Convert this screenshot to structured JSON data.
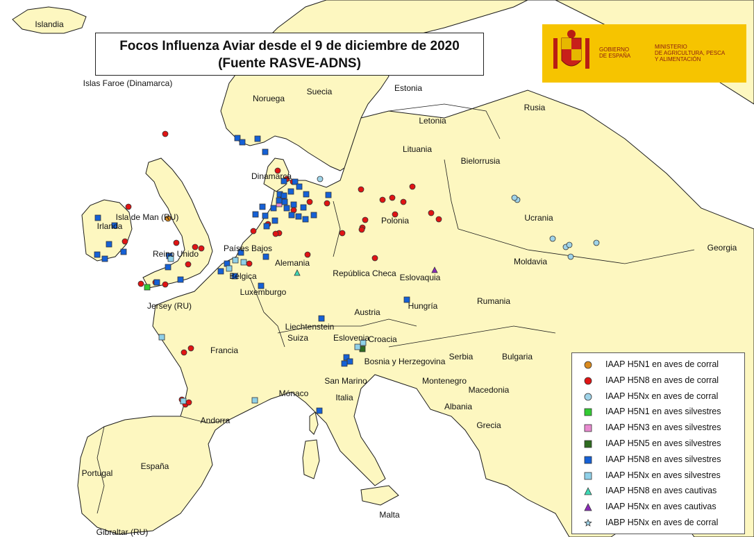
{
  "title": {
    "line1": "Focos Influenza Aviar desde el 9 de diciembre de 2020",
    "line2": "(Fuente RASVE-ADNS)"
  },
  "logo": {
    "gobierno": "GOBIERNO\nDE ESPAÑA",
    "ministerio": "MINISTERIO\nDE AGRICULTURA, PESCA\nY ALIMENTACIÓN",
    "icon": "coat-of-arms-icon"
  },
  "colors": {
    "sea": "#ffffff",
    "land": "#fdf7c0",
    "border": "#1a1a1a",
    "logo_bg": "#f6c400"
  },
  "labels": [
    {
      "id": "islandia",
      "text": "Islandia"
    },
    {
      "id": "islas-faroe",
      "text": "Islas Faroe (Dinamarca)"
    },
    {
      "id": "noruega",
      "text": "Noruega"
    },
    {
      "id": "suecia",
      "text": "Suecia"
    },
    {
      "id": "estonia",
      "text": "Estonia"
    },
    {
      "id": "rusia",
      "text": "Rusia"
    },
    {
      "id": "letonia",
      "text": "Letonia"
    },
    {
      "id": "lituania",
      "text": "Lituania"
    },
    {
      "id": "bielorrusia",
      "text": "Bielorrusia"
    },
    {
      "id": "dinamarca",
      "text": "Dinamarca"
    },
    {
      "id": "isla-de-man",
      "text": "Isla de Man (RU)"
    },
    {
      "id": "irlanda",
      "text": "Irlanda"
    },
    {
      "id": "polonia",
      "text": "Polonia"
    },
    {
      "id": "ucrania",
      "text": "Ucrania"
    },
    {
      "id": "reino-unido",
      "text": "Reino Unido"
    },
    {
      "id": "paises-bajos",
      "text": "Países Bajos"
    },
    {
      "id": "georgia",
      "text": "Georgia"
    },
    {
      "id": "alemania",
      "text": "Alemania"
    },
    {
      "id": "moldavia",
      "text": "Moldavia"
    },
    {
      "id": "belgica",
      "text": "Bélgica"
    },
    {
      "id": "republica-checa",
      "text": "República Checa"
    },
    {
      "id": "eslovaquia",
      "text": "Eslovaquia"
    },
    {
      "id": "luxemburgo",
      "text": "Luxemburgo"
    },
    {
      "id": "jersey",
      "text": "Jersey (RU)"
    },
    {
      "id": "hungria",
      "text": "Hungría"
    },
    {
      "id": "rumania",
      "text": "Rumania"
    },
    {
      "id": "austria",
      "text": "Austria"
    },
    {
      "id": "liechtenstein",
      "text": "Liechtenstein"
    },
    {
      "id": "suiza",
      "text": "Suiza"
    },
    {
      "id": "francia",
      "text": "Francia"
    },
    {
      "id": "eslovenia",
      "text": "Eslovenia"
    },
    {
      "id": "croacia",
      "text": "Croacia"
    },
    {
      "id": "serbia",
      "text": "Serbia"
    },
    {
      "id": "bulgaria",
      "text": "Bulgaria"
    },
    {
      "id": "bosnia",
      "text": "Bosnia y Herzegovina"
    },
    {
      "id": "san-marino",
      "text": "San Marino"
    },
    {
      "id": "montenegro",
      "text": "Montenegro"
    },
    {
      "id": "macedonia",
      "text": "Macedonia"
    },
    {
      "id": "monaco",
      "text": "Mónaco"
    },
    {
      "id": "italia",
      "text": "Italia"
    },
    {
      "id": "albania",
      "text": "Albania"
    },
    {
      "id": "andorra",
      "text": "Andorra"
    },
    {
      "id": "grecia",
      "text": "Grecia"
    },
    {
      "id": "espana",
      "text": "España"
    },
    {
      "id": "portugal",
      "text": "Portugal"
    },
    {
      "id": "malta",
      "text": "Malta"
    },
    {
      "id": "gibraltar",
      "text": "Gibraltar (RU)"
    }
  ],
  "legend": [
    {
      "key": "h5n1-corral",
      "label": "IAAP H5N1 en aves de corral",
      "shape": "circle",
      "color": "#d98a1e"
    },
    {
      "key": "h5n8-corral",
      "label": "IAAP H5N8 en aves de corral",
      "shape": "circle",
      "color": "#e01414"
    },
    {
      "key": "h5nx-corral",
      "label": "IAAP H5Nx en aves de corral",
      "shape": "circle",
      "color": "#9fd3e8"
    },
    {
      "key": "h5n1-silv",
      "label": "IAAP H5N1 en aves silvestres",
      "shape": "square",
      "color": "#33cc33"
    },
    {
      "key": "h5n3-silv",
      "label": "IAAP H5N3 en aves silvestres",
      "shape": "square",
      "color": "#e88ad0"
    },
    {
      "key": "h5n5-silv",
      "label": "IAAP H5N5 en aves silvestres",
      "shape": "square",
      "color": "#2e6b1f"
    },
    {
      "key": "h5n8-silv",
      "label": "IAAP H5N8 en aves silvestres",
      "shape": "square",
      "color": "#1560d6"
    },
    {
      "key": "h5nx-silv",
      "label": "IAAP H5Nx en aves silvestres",
      "shape": "square",
      "color": "#8fd0e8"
    },
    {
      "key": "h5n8-caut",
      "label": "IAAP H5N8 en aves cautivas",
      "shape": "triangle",
      "color": "#3fd9b5"
    },
    {
      "key": "h5nx-caut",
      "label": "IAAP H5Nx en aves cautivas",
      "shape": "triangle",
      "color": "#8a2bb8"
    },
    {
      "key": "iabp-corral",
      "label": "IABP H5Nx en aves de corral",
      "shape": "star",
      "color": "#9fd3e8"
    }
  ]
}
